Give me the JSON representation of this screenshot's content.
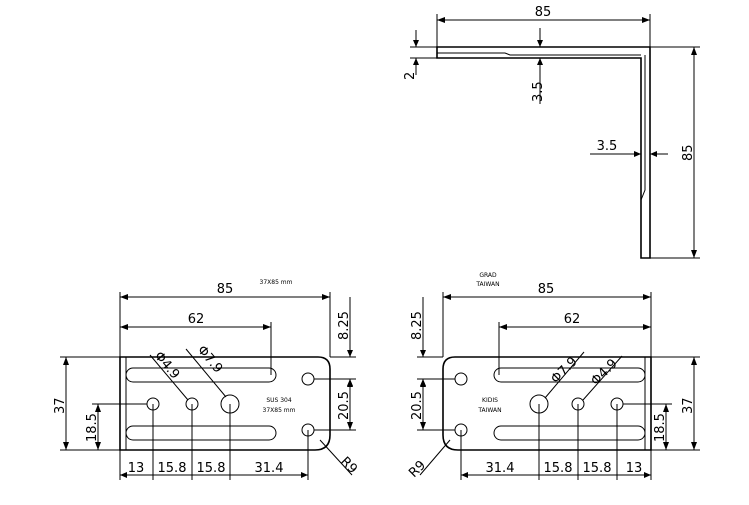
{
  "top_view": {
    "width": "85",
    "height": "85",
    "thickness": "2",
    "leg_a": "3.5",
    "leg_b": "3.5"
  },
  "left_plate": {
    "overall_width": "85",
    "slot_length": "62",
    "overall_height": "37",
    "top_hole_offset": "8.25",
    "hole_spacing": "20.5",
    "row_height": "18.5",
    "dia_small": "Φ4.9",
    "dia_large": "Φ7.9",
    "radius": "R9",
    "spacings": [
      "13",
      "15.8",
      "15.8",
      "31.4"
    ],
    "stamp_size": "37X85 mm",
    "engraving_line1": "SUS 304",
    "engraving_line2": "37X85 mm"
  },
  "right_plate": {
    "overall_width": "85",
    "slot_length": "62",
    "overall_height": "37",
    "top_hole_offset": "8.25",
    "hole_spacing": "20.5",
    "row_height": "18.5",
    "dia_large": "Φ7.9",
    "dia_small": "Φ4.9",
    "radius": "R9",
    "spacings": [
      "31.4",
      "15.8",
      "15.8",
      "13"
    ],
    "stamp_top_line1": "GRAD",
    "stamp_top_line2": "TAIWAN",
    "engraving_line1": "KIDIS",
    "engraving_line2": "TAIWAN"
  }
}
